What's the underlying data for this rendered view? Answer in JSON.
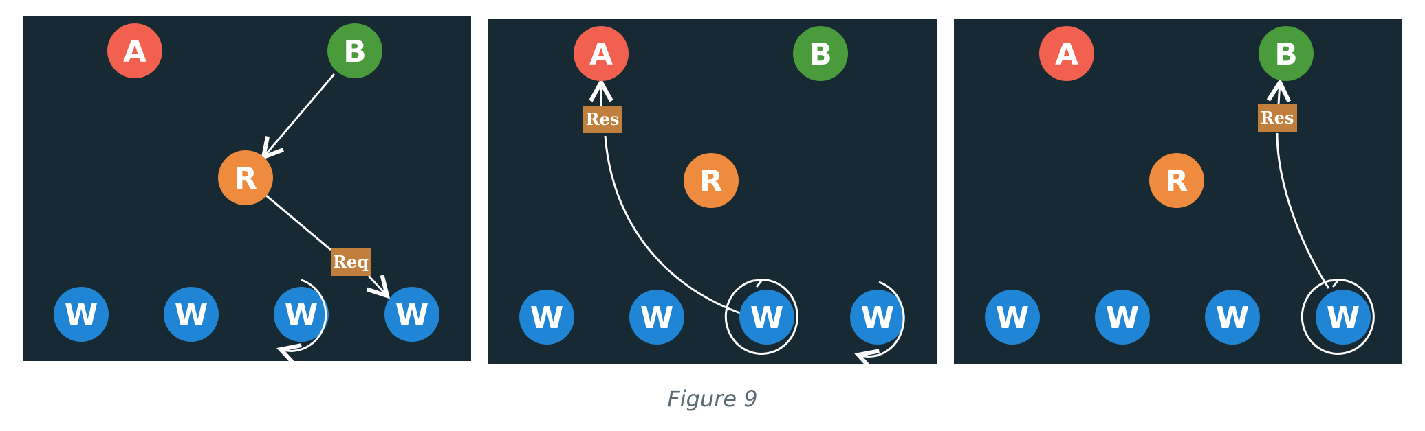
{
  "colors": {
    "background": "#172a33",
    "node_a": "#f2604f",
    "node_b": "#4a9b3b",
    "node_r": "#ef8b3e",
    "node_w": "#2185d5",
    "tag": "#c07f3d",
    "edge": "#ffffff"
  },
  "panels": [
    {
      "nodes": {
        "a": "A",
        "b": "B",
        "r": "R",
        "w": [
          "W",
          "W",
          "W",
          "W"
        ]
      },
      "tag": "Req"
    },
    {
      "nodes": {
        "a": "A",
        "b": "B",
        "r": "R",
        "w": [
          "W",
          "W",
          "W",
          "W"
        ]
      },
      "tag": "Res"
    },
    {
      "nodes": {
        "a": "A",
        "b": "B",
        "r": "R",
        "w": [
          "W",
          "W",
          "W",
          "W"
        ]
      },
      "tag": "Res"
    }
  ],
  "caption": "Figure 9"
}
